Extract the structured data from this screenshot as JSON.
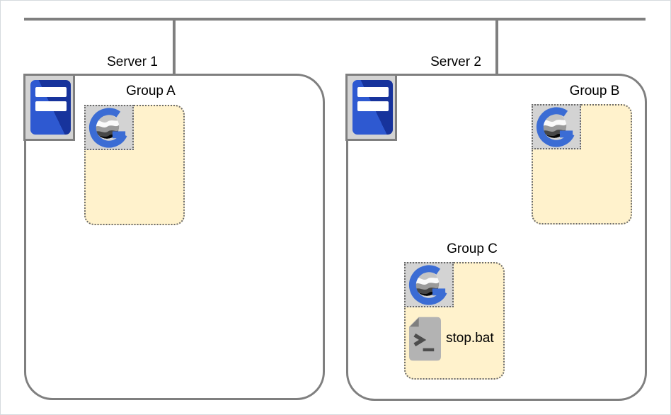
{
  "diagram": {
    "servers": [
      {
        "label": "Server 1",
        "icon": "server-icon",
        "groups": [
          {
            "label": "Group A",
            "icon": "g-logo-icon",
            "files": []
          }
        ]
      },
      {
        "label": "Server 2",
        "icon": "server-icon",
        "groups": [
          {
            "label": "Group B",
            "icon": "g-logo-icon",
            "files": []
          },
          {
            "label": "Group C",
            "icon": "g-logo-icon",
            "files": [
              {
                "label": "stop.bat",
                "icon": "batch-script-icon"
              }
            ]
          }
        ]
      }
    ]
  },
  "colors": {
    "connector_gray": "#7f7f7f",
    "group_fill_cream": "#fff2cc",
    "dotted_border_gray": "#6b6b6b",
    "icon_tile_gray": "#d3d3d3",
    "server_icon_blue_light": "#2e59d1",
    "server_icon_blue_dark": "#17339c",
    "g_logo_blue": "#3b6cd4",
    "script_icon_gray": "#b3b3b3",
    "text_black": "#000000"
  }
}
